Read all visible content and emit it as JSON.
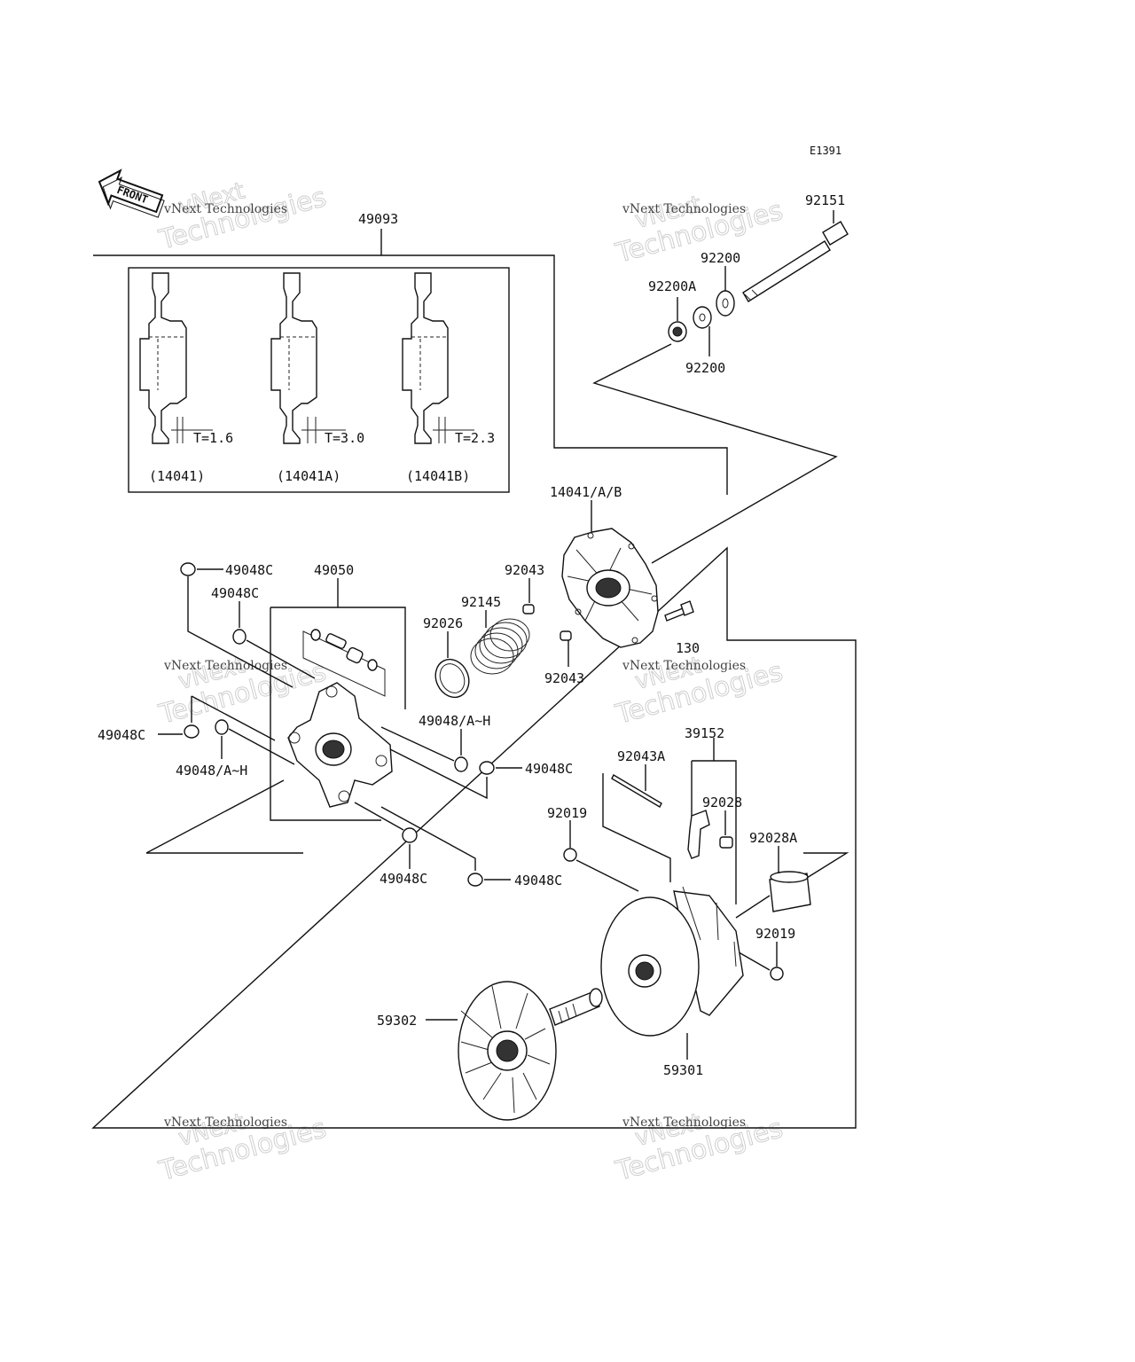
{
  "diagram_code": "E1391",
  "front_label": "FRONT",
  "watermark": {
    "line1": "vNext",
    "line2": "Technologies",
    "caption": "vNext Technologies"
  },
  "detail_box": {
    "variants": [
      {
        "thickness": "T=1.6",
        "part": "(14041)"
      },
      {
        "thickness": "T=3.0",
        "part": "(14041A)"
      },
      {
        "thickness": "T=2.3",
        "part": "(14041B)"
      }
    ]
  },
  "parts": {
    "p49093": "49093",
    "p92151": "92151",
    "p92200_top": "92200",
    "p92200a": "92200A",
    "p92200_bottom": "92200",
    "p14041ab": "14041/A/B",
    "p92043_top": "92043",
    "p92043_bottom": "92043",
    "p92145": "92145",
    "p92026": "92026",
    "p130": "130",
    "p49050": "49050",
    "p49048c_1": "49048C",
    "p49048c_2": "49048C",
    "p49048c_3": "49048C",
    "p49048c_4": "49048C",
    "p49048c_5": "49048C",
    "p49048c_6": "49048C",
    "p49048ah_1": "49048/A~H",
    "p49048ah_2": "49048/A~H",
    "p39152": "39152",
    "p92043a": "92043A",
    "p92028": "92028",
    "p92028a": "92028A",
    "p92019_1": "92019",
    "p92019_2": "92019",
    "p59302": "59302",
    "p59301": "59301"
  }
}
